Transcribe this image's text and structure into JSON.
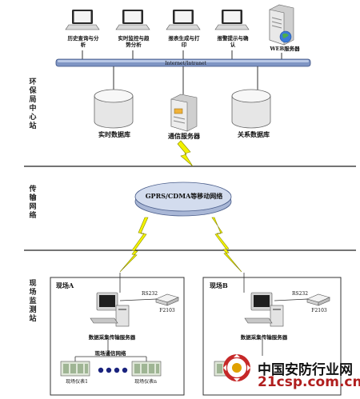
{
  "zones": {
    "center": "环保局中心站",
    "transport": "传输网络",
    "site": "现场监测站"
  },
  "clients": [
    {
      "label": "历史查询与分析"
    },
    {
      "label": "实时监控与趋势分析"
    },
    {
      "label": "报表生成与打印"
    },
    {
      "label": "报警提示与确认"
    }
  ],
  "web_server": "WEB服务器",
  "network_bus": "Internet/Intranet",
  "realtime_db": "实时数据库",
  "comm_server": "通信服务器",
  "relational_db": "关系数据库",
  "gprs_network": "GPRS/CDMA等移动网络",
  "sites": [
    {
      "name": "现场A",
      "rs232": "RS232",
      "modem": "F2103",
      "server": "数据采集传输服务器",
      "net": "现场通信网络",
      "instrument1": "现场仪表1",
      "instrument2": "现场仪表n"
    },
    {
      "name": "现场B",
      "rs232": "RS232",
      "modem": "F2103",
      "server": "数据采集传输服务器"
    }
  ],
  "watermark": {
    "text": "中国安防行业网",
    "url": "21csp.com.cn"
  },
  "colors": {
    "line": "#333333",
    "lightning": "#f2f200",
    "cloud": "#c9d4ea",
    "db": "#e8e8e8"
  }
}
